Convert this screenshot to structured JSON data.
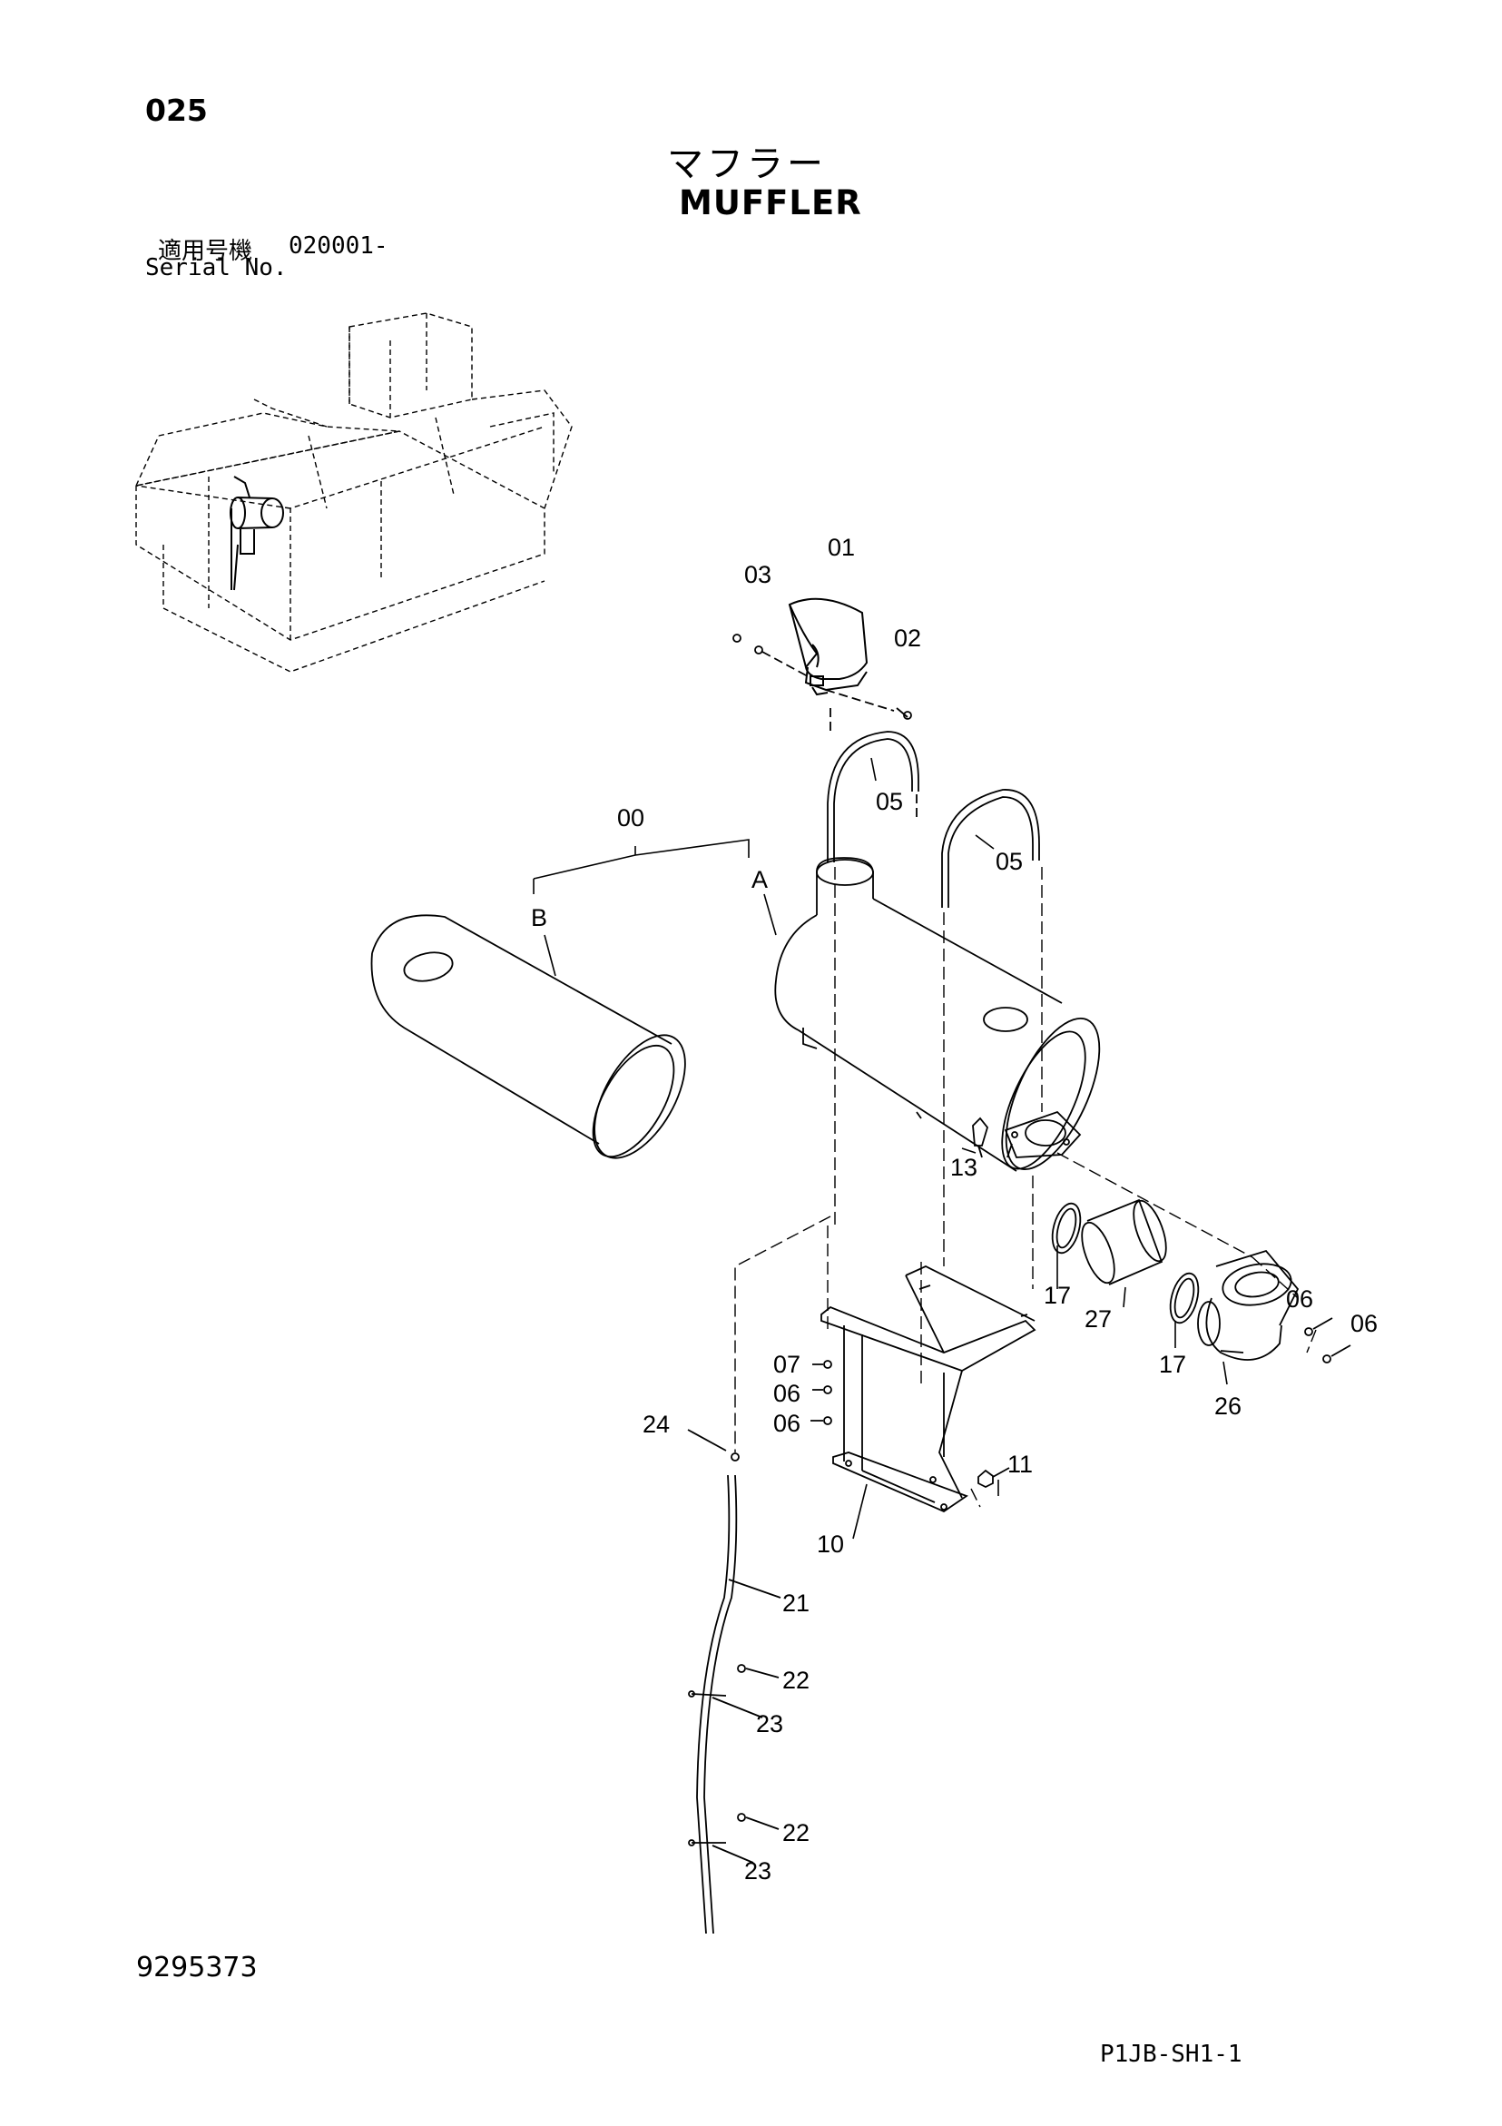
{
  "header": {
    "page_number": "025",
    "title_jp": "マフラー",
    "title_en": "MUFFLER",
    "serial_label_jp": "適用号機",
    "serial_range": "020001-",
    "serial_label_en": "Serial No."
  },
  "footer": {
    "ref_number": "9295373",
    "sheet_code": "P1JB-SH1-1"
  },
  "callouts": {
    "c00": "00",
    "c01": "01",
    "c02": "02",
    "c03": "03",
    "c05a": "05",
    "c05b": "05",
    "cA": "A",
    "cB": "B",
    "c13": "13",
    "c17a": "17",
    "c27": "27",
    "c17b": "17",
    "c06a": "06",
    "c06b": "06",
    "c26": "26",
    "c07": "07",
    "c06c": "06",
    "c06d": "06",
    "c24": "24",
    "c11": "11",
    "c10": "10",
    "c21": "21",
    "c22a": "22",
    "c23a": "23",
    "c22b": "22",
    "c23b": "23"
  }
}
